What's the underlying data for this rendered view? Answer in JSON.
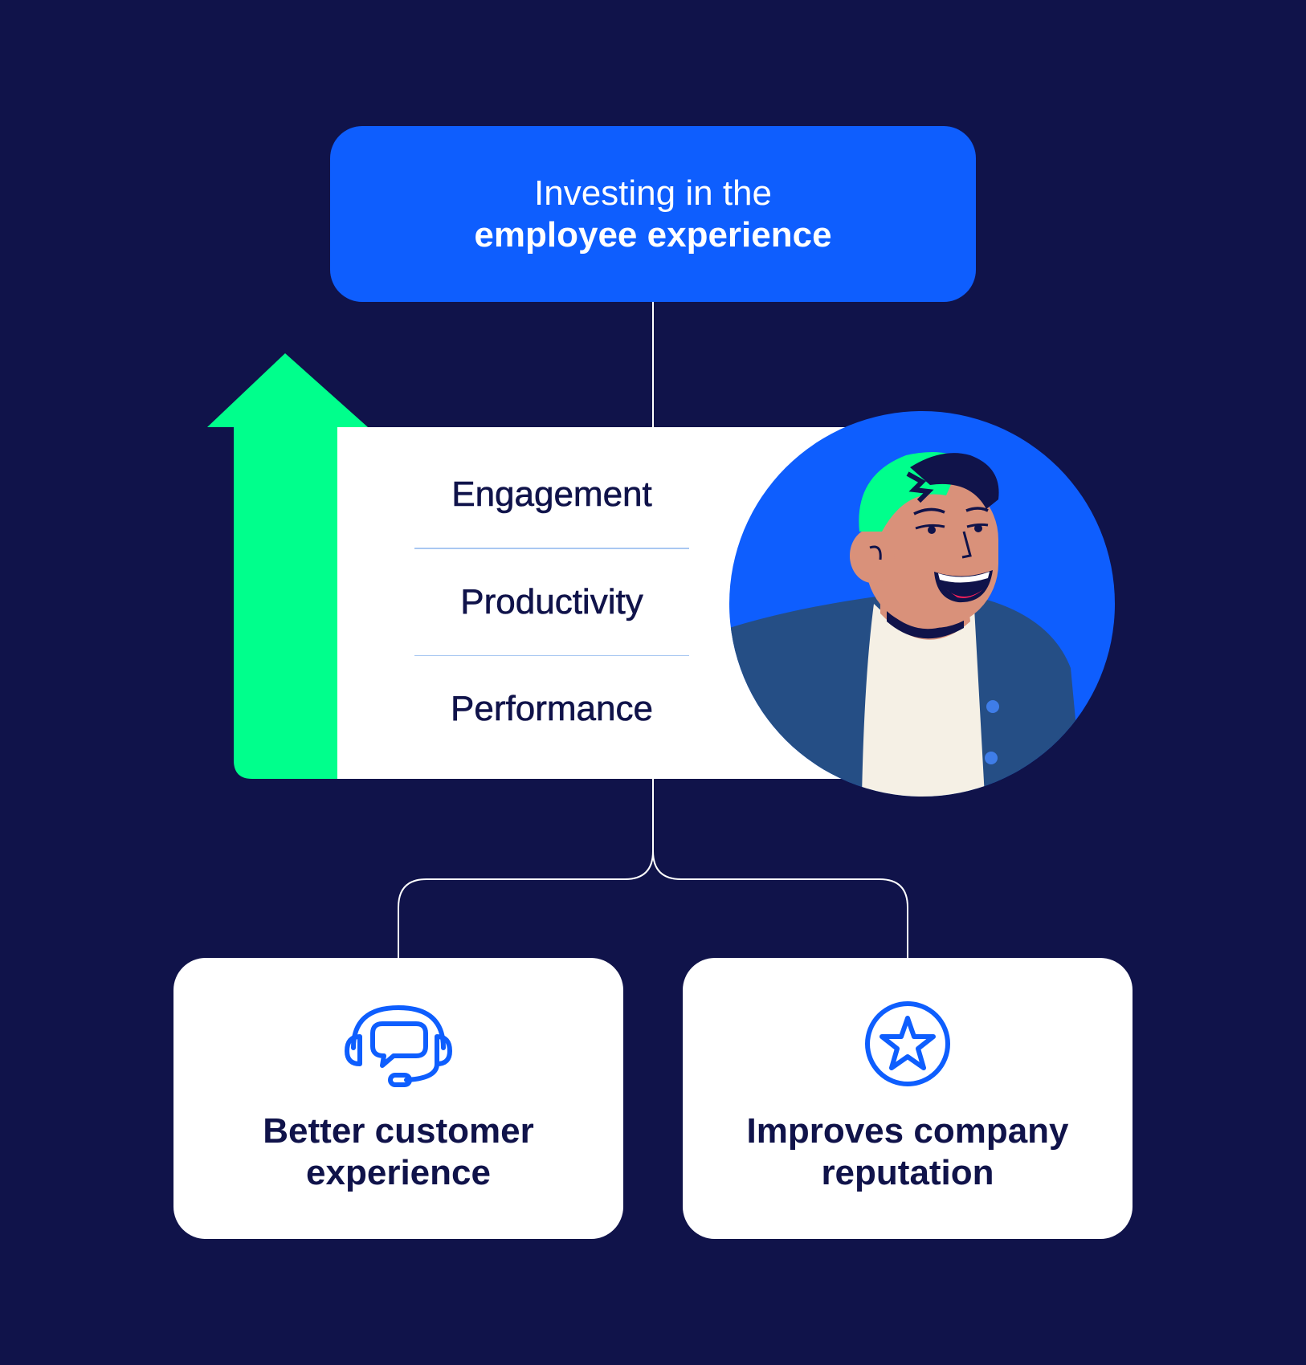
{
  "header": {
    "line1": "Investing in the",
    "line2": "employee experience"
  },
  "metrics": [
    "Engagement",
    "Productivity",
    "Performance"
  ],
  "outcomes": [
    {
      "icon": "headset-chat-icon",
      "line1": "Better customer",
      "line2": "experience"
    },
    {
      "icon": "star-badge-icon",
      "line1": "Improves company",
      "line2": "reputation"
    }
  ],
  "colors": {
    "background": "#10134a",
    "primary_blue": "#0e5efe",
    "growth_green": "#00ff8c",
    "text_dark": "#10134a",
    "divider": "#a9c8f2",
    "connector": "#ffffff"
  }
}
